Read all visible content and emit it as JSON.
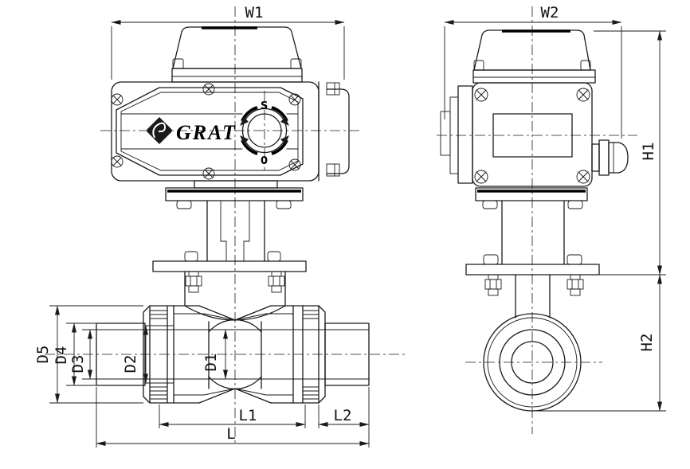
{
  "drawing_type": "valve-engineering-drawing",
  "colors": {
    "line": "#1a1a1a",
    "background": "#ffffff",
    "thick_line": "#000000"
  },
  "brand": {
    "text": "GRAT",
    "icon": "grat-shield-icon"
  },
  "dial": {
    "shut": "S",
    "open": "0"
  },
  "icons": {
    "screws": "phillips-screw-icon",
    "bolts": "hex-bolt-icon",
    "dial_arrows": "rotation-arc-arrow-icon"
  },
  "labels": {
    "w1": "W1",
    "w2": "W2",
    "h1": "H1",
    "h2": "H2",
    "l": "L",
    "l1": "L1",
    "l2": "L2",
    "d1": "D1",
    "d2": "D2",
    "d3": "D3",
    "d4": "D4",
    "d5": "D5"
  }
}
